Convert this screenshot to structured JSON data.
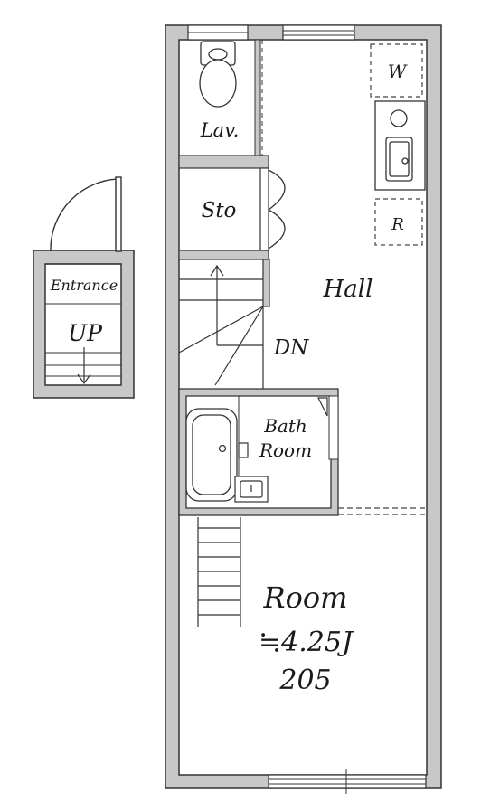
{
  "entrance": {
    "label": "Entrance",
    "stair_label": "UP"
  },
  "rooms": {
    "lav": "Lav.",
    "sto": "Sto",
    "hall": "Hall",
    "stair_down": "DN",
    "bath_line1": "Bath",
    "bath_line2": "Room",
    "room_name": "Room",
    "room_size": "≒4.25J",
    "room_number": "205"
  },
  "fixtures": {
    "washer": "W",
    "refrigerator": "R"
  },
  "colors": {
    "wall_fill": "#c8c8c8",
    "line": "#333333",
    "background": "#ffffff"
  }
}
